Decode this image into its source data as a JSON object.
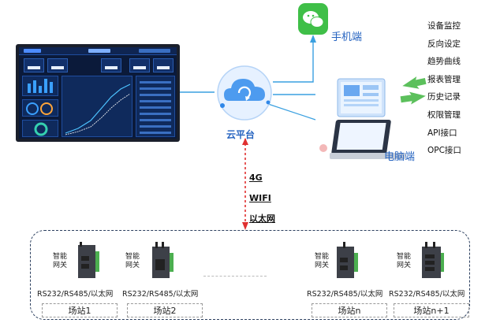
{
  "cloud": {
    "label": "云平台"
  },
  "mobile": {
    "label": "手机端"
  },
  "pc": {
    "label": "电脑端"
  },
  "features": [
    "设备监控",
    "反向设定",
    "趋势曲线",
    "报表管理",
    "历史记录",
    "权限管理",
    "API接口",
    "OPC接口"
  ],
  "protocols": [
    "4G",
    "WIFI",
    "以太网"
  ],
  "stations": [
    {
      "gateway_label": "智能\n网关",
      "ports": "RS232/RS485/以太网",
      "name": "场站1"
    },
    {
      "gateway_label": "智能\n网关",
      "ports": "RS232/RS485/以太网",
      "name": "场站2"
    },
    {
      "gateway_label": "智能\n网关",
      "ports": "RS232/RS485/以太网",
      "name": "场站n"
    },
    {
      "gateway_label": "智能\n网关",
      "ports": "RS232/RS485/以太网",
      "name": "场站n+1"
    }
  ],
  "colors": {
    "accent": "#2563c0",
    "line": "#3aa0e0",
    "link": "#e03030",
    "wechat": "#3fbf48"
  }
}
